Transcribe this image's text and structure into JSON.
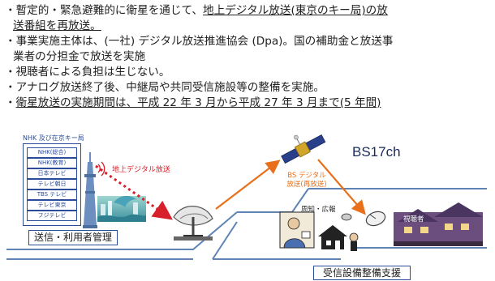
{
  "bullets": {
    "b1_prefix": "・暫定的・緊急避難的に衛星を通じて、",
    "b1_underlined": "地上デジタル放送(東京のキー局)の放",
    "b1_line2": "送番組を再放送。",
    "b2_line1": "・事業実施主体は、(一社) デジタル放送推進協会 (Dpa)。国の補助金と放送事",
    "b2_line2": "業者の分担金で放送を実施",
    "b3": "・視聴者による負担は生じない。",
    "b4": "・アナログ放送終了後、中継局や共同受信施設等の整備を実施。",
    "b5_underlined": "衛星放送の実施期間は、平成 22 年 3 月から平成 27 年 3 月まで(5 年間)"
  },
  "diagram": {
    "stations_title": "NHK 及び在京キー局",
    "stations": [
      "NHK(総合)",
      "NHK(教育)",
      "日本テレビ",
      "テレビ朝日",
      "TBS テレビ",
      "テレビ東京",
      "フジテレビ"
    ],
    "terrestrial_label": "地上デジタル放送",
    "bs_label_line1": "BS デジタル",
    "bs_label_line2": "放送(再放送)",
    "channel": "BS17ch",
    "publicity_label": "周知・広報",
    "viewer_label": "視聴者",
    "transmit_box": "送信・利用者管理",
    "support_box": "受信設備整備支援"
  },
  "colors": {
    "station_blue": "#2b4c9b",
    "terrestrial_red": "#d8202a",
    "bs_orange": "#e8701a",
    "band_blue": "#5f83b5",
    "channel_text": "#1a2a5a"
  }
}
